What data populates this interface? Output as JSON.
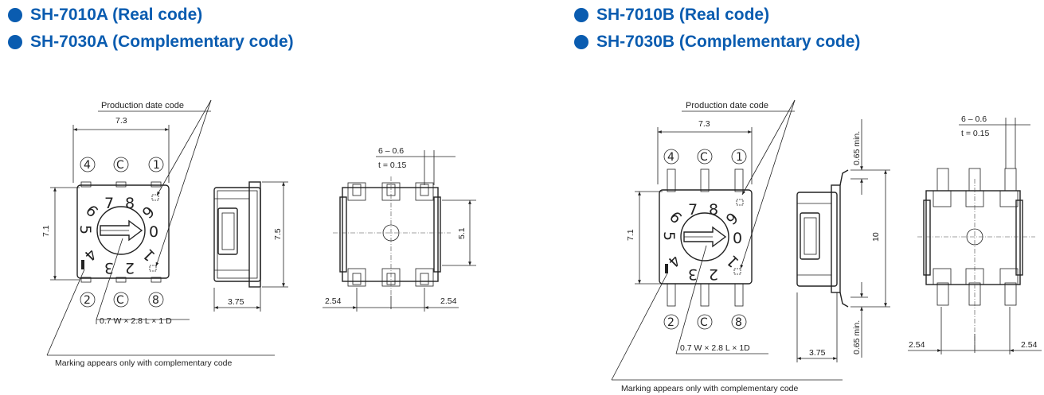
{
  "headers": {
    "left_1": "SH-7010A (Real code)",
    "left_2": "SH-7030A (Complementary code)",
    "right_1": "SH-7010B (Real code)",
    "right_2": "SH-7030B (Complementary code)"
  },
  "left": {
    "production_label": "Production date code",
    "dim_width": "7.3",
    "dim_height": "7.1",
    "dim_side_height": "7.5",
    "dim_side_depth": "3.75",
    "pin_top": [
      "4",
      "C",
      "1"
    ],
    "pin_bottom": [
      "2",
      "C",
      "8"
    ],
    "dial_digits": [
      "0",
      "1",
      "2",
      "3",
      "4",
      "5",
      "6",
      "7",
      "8",
      "9"
    ],
    "slot_note": "0.7 W × 2.8 L × 1 D",
    "pitch_label": "6 – 0.6",
    "thickness_label": "t = 0.15",
    "dim_pin_span": "5.1",
    "dim_pitch_left": "2.54",
    "dim_pitch_right": "2.54",
    "marking_note": "Marking appears only with complementary code"
  },
  "right": {
    "production_label": "Production date code",
    "dim_width": "7.3",
    "dim_height": "7.1",
    "dim_side_height": "10",
    "dim_min_top": "0.65 min.",
    "dim_min_bottom": "0.65 min.",
    "dim_side_depth": "3.75",
    "pin_top": [
      "4",
      "C",
      "1"
    ],
    "pin_bottom": [
      "2",
      "C",
      "8"
    ],
    "dial_digits": [
      "0",
      "1",
      "2",
      "3",
      "4",
      "5",
      "6",
      "7",
      "8",
      "9"
    ],
    "slot_note": "0.7 W × 2.8 L × 1D",
    "pitch_label": "6 – 0.6",
    "thickness_label": "t = 0.15",
    "dim_pitch_left": "2.54",
    "dim_pitch_right": "2.54",
    "marking_note": "Marking appears only with complementary code"
  },
  "icons": {
    "bullet": "filled-circle-icon",
    "pin_marker": "circled-letter-icon"
  },
  "colors": {
    "accent": "#0a5cb0",
    "line": "#222222"
  }
}
